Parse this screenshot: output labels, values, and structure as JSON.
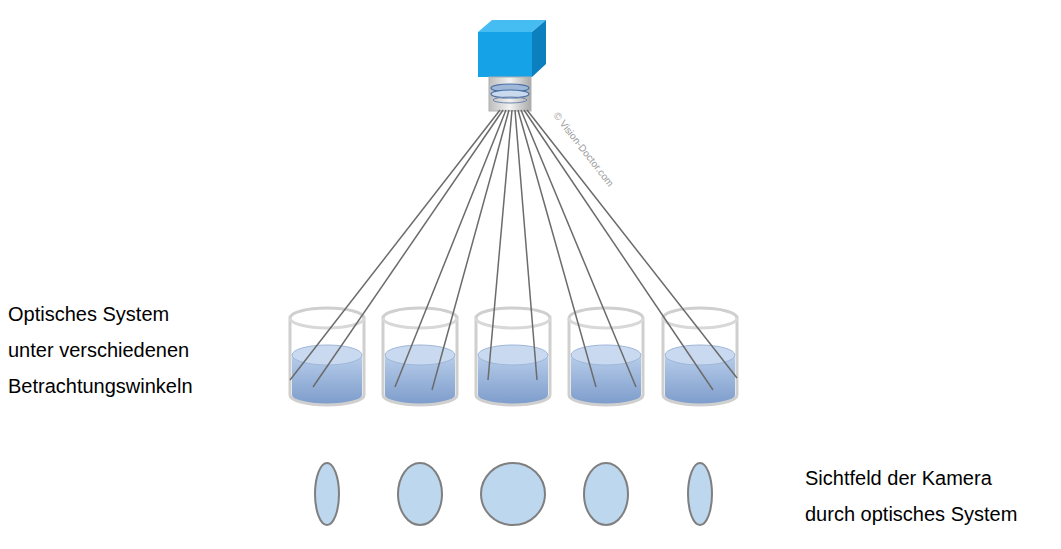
{
  "diagram": {
    "labels": [
      "Optisches System unter verschiedenen Betrachtungswinkeln",
      "Sichtfeld der Kamera durch optisches System",
      "© Vision-Doctor.com"
    ]
  }
}
